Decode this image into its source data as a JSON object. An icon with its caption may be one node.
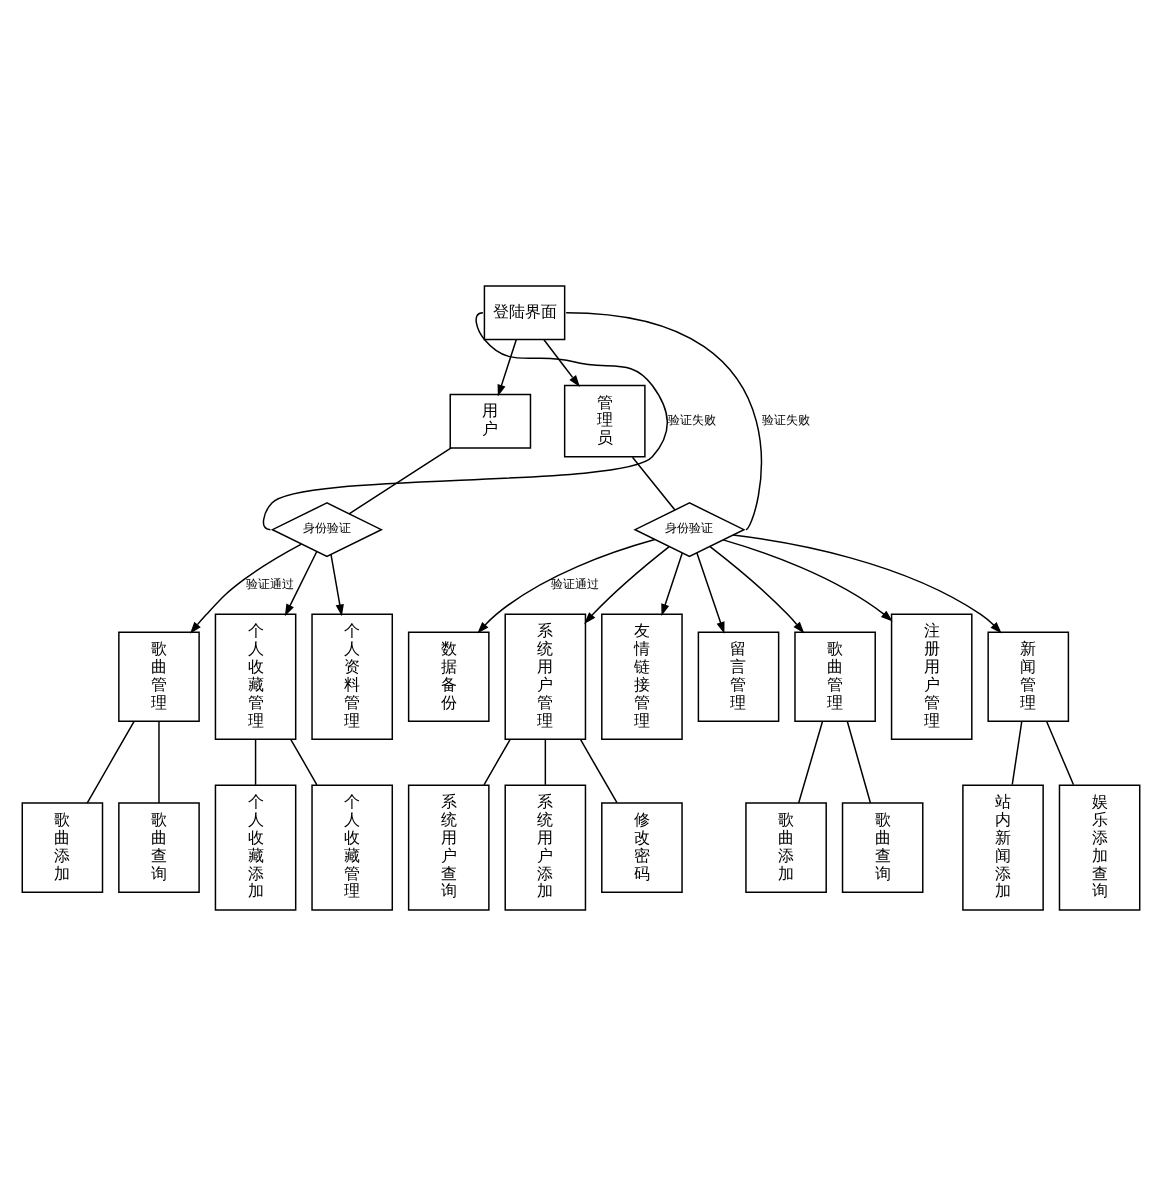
{
  "diagram": {
    "nodes": [
      {
        "text": [
          "登陆界面"
        ]
      },
      {
        "text": [
          "用户"
        ]
      },
      {
        "text": [
          "管理员"
        ]
      },
      {
        "text": [
          "身份验证"
        ]
      },
      {
        "text": [
          "身份验证"
        ]
      },
      {
        "text": [
          "歌曲管理"
        ]
      },
      {
        "text": [
          "个人收藏管理"
        ]
      },
      {
        "text": [
          "个人资料管理"
        ]
      },
      {
        "text": [
          "数据备份"
        ]
      },
      {
        "text": [
          "系统用户管理"
        ]
      },
      {
        "text": [
          "友情链接管理"
        ]
      },
      {
        "text": [
          "留言管理"
        ]
      },
      {
        "text": [
          "歌曲管理"
        ]
      },
      {
        "text": [
          "注册用户管理"
        ]
      },
      {
        "text": [
          "新闻管理"
        ]
      },
      {
        "text": [
          "歌曲添加"
        ]
      },
      {
        "text": [
          "歌曲查询"
        ]
      },
      {
        "text": [
          "个人收藏添加"
        ]
      },
      {
        "text": [
          "个人收藏管理"
        ]
      },
      {
        "text": [
          "系统用户查询"
        ]
      },
      {
        "text": [
          "系统用户添加"
        ]
      },
      {
        "text": [
          "修改密码"
        ]
      },
      {
        "text": [
          "歌曲添加"
        ]
      },
      {
        "text": [
          "歌曲查询"
        ]
      },
      {
        "text": [
          "站内新闻添加"
        ]
      },
      {
        "text": [
          "娱乐添加查询"
        ]
      }
    ],
    "edges": [
      {
        "from": 0,
        "to": 1,
        "arrow": "to"
      },
      {
        "from": 0,
        "to": 2,
        "arrow": "to"
      },
      {
        "from": 1,
        "to": 3,
        "arrow": "none"
      },
      {
        "from": 2,
        "to": 4,
        "arrow": "none"
      },
      {
        "from": 3,
        "to": 0,
        "arrow": "none",
        "label": "验证失败"
      },
      {
        "from": 4,
        "to": 0,
        "arrow": "none",
        "label": "验证失败"
      },
      {
        "from": 3,
        "to": 5,
        "arrow": "to",
        "label": "验证通过"
      },
      {
        "from": 3,
        "to": 6,
        "arrow": "to"
      },
      {
        "from": 3,
        "to": 7,
        "arrow": "to"
      },
      {
        "from": 4,
        "to": 8,
        "arrow": "to",
        "label": "验证通过"
      },
      {
        "from": 4,
        "to": 9,
        "arrow": "to"
      },
      {
        "from": 4,
        "to": 10,
        "arrow": "to"
      },
      {
        "from": 4,
        "to": 11,
        "arrow": "to"
      },
      {
        "from": 4,
        "to": 12,
        "arrow": "to"
      },
      {
        "from": 4,
        "to": 13,
        "arrow": "to"
      },
      {
        "from": 4,
        "to": 14,
        "arrow": "to"
      },
      {
        "from": 5,
        "to": 15,
        "arrow": "none"
      },
      {
        "from": 5,
        "to": 16,
        "arrow": "none"
      },
      {
        "from": 6,
        "to": 17,
        "arrow": "none"
      },
      {
        "from": 6,
        "to": 18,
        "arrow": "none"
      },
      {
        "from": 9,
        "to": 19,
        "arrow": "none"
      },
      {
        "from": 9,
        "to": 20,
        "arrow": "none"
      },
      {
        "from": 9,
        "to": 21,
        "arrow": "none"
      },
      {
        "from": 12,
        "to": 22,
        "arrow": "none"
      },
      {
        "from": 12,
        "to": 23,
        "arrow": "none"
      },
      {
        "from": 14,
        "to": 24,
        "arrow": "none"
      },
      {
        "from": 14,
        "to": 25,
        "arrow": "none"
      }
    ]
  }
}
